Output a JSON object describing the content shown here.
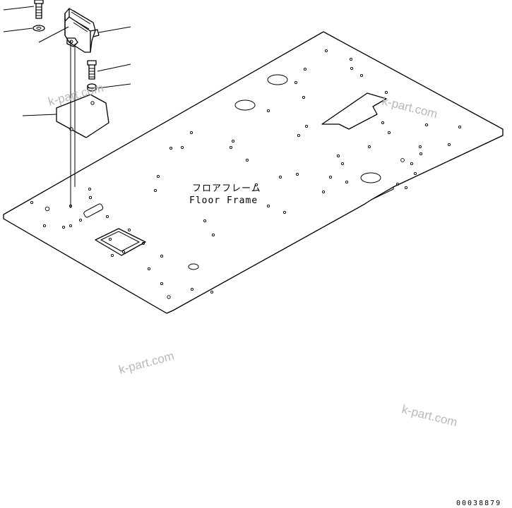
{
  "diagram": {
    "part_label_jp": "フロアフレーム",
    "part_label_en": "Floor Frame",
    "watermark": "k-part.com",
    "drawing_code": "00038879"
  }
}
